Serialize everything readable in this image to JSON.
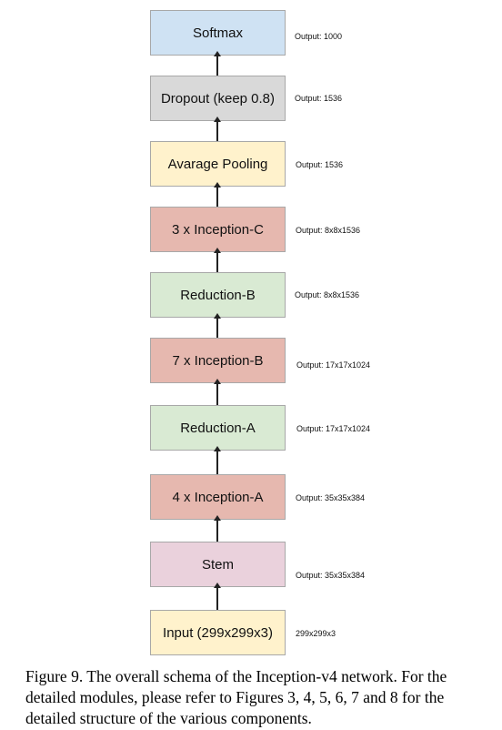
{
  "diagram": {
    "layers": [
      {
        "id": "softmax",
        "label": "Softmax",
        "output": "Output: 1000",
        "color": "#cfe2f3"
      },
      {
        "id": "dropout",
        "label": "Dropout (keep 0.8)",
        "output": "Output: 1536",
        "color": "#d9d9d9"
      },
      {
        "id": "avg-pool",
        "label": "Avarage Pooling",
        "output": "Output: 1536",
        "color": "#fff2cc"
      },
      {
        "id": "inception-c",
        "label": "3 x Inception-C",
        "output": "Output: 8x8x1536",
        "color": "#e6b8af"
      },
      {
        "id": "reduction-b",
        "label": "Reduction-B",
        "output": "Output: 8x8x1536",
        "color": "#d9ead3"
      },
      {
        "id": "inception-b",
        "label": "7 x Inception-B",
        "output": "Output: 17x17x1024",
        "color": "#e6b8af"
      },
      {
        "id": "reduction-a",
        "label": "Reduction-A",
        "output": "Output: 17x17x1024",
        "color": "#d9ead3"
      },
      {
        "id": "inception-a",
        "label": "4 x Inception-A",
        "output": "Output: 35x35x384",
        "color": "#e6b8af"
      },
      {
        "id": "stem",
        "label": "Stem",
        "output": "Output: 35x35x384",
        "color": "#ead1dc"
      },
      {
        "id": "input",
        "label": "Input (299x299x3)",
        "output": "299x299x3",
        "color": "#fff2cc"
      }
    ]
  },
  "caption": "Figure 9. The overall schema of the Inception-v4 network. For the detailed modules, please refer to Figures 3, 4, 5, 6, 7 and 8 for the detailed structure of the various components."
}
